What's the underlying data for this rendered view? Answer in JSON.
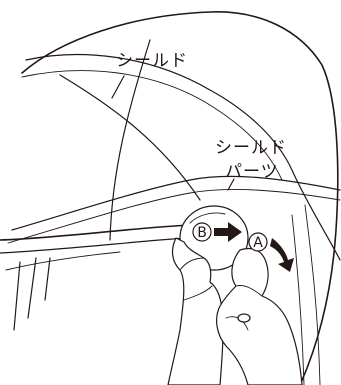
{
  "labels": {
    "shield": "シールド",
    "shield_parts_line1": "シールド",
    "shield_parts_line2": "パーツ"
  },
  "markers": {
    "b": "B",
    "a": "A"
  },
  "colors": {
    "line": "#231815",
    "background": "#ffffff"
  }
}
